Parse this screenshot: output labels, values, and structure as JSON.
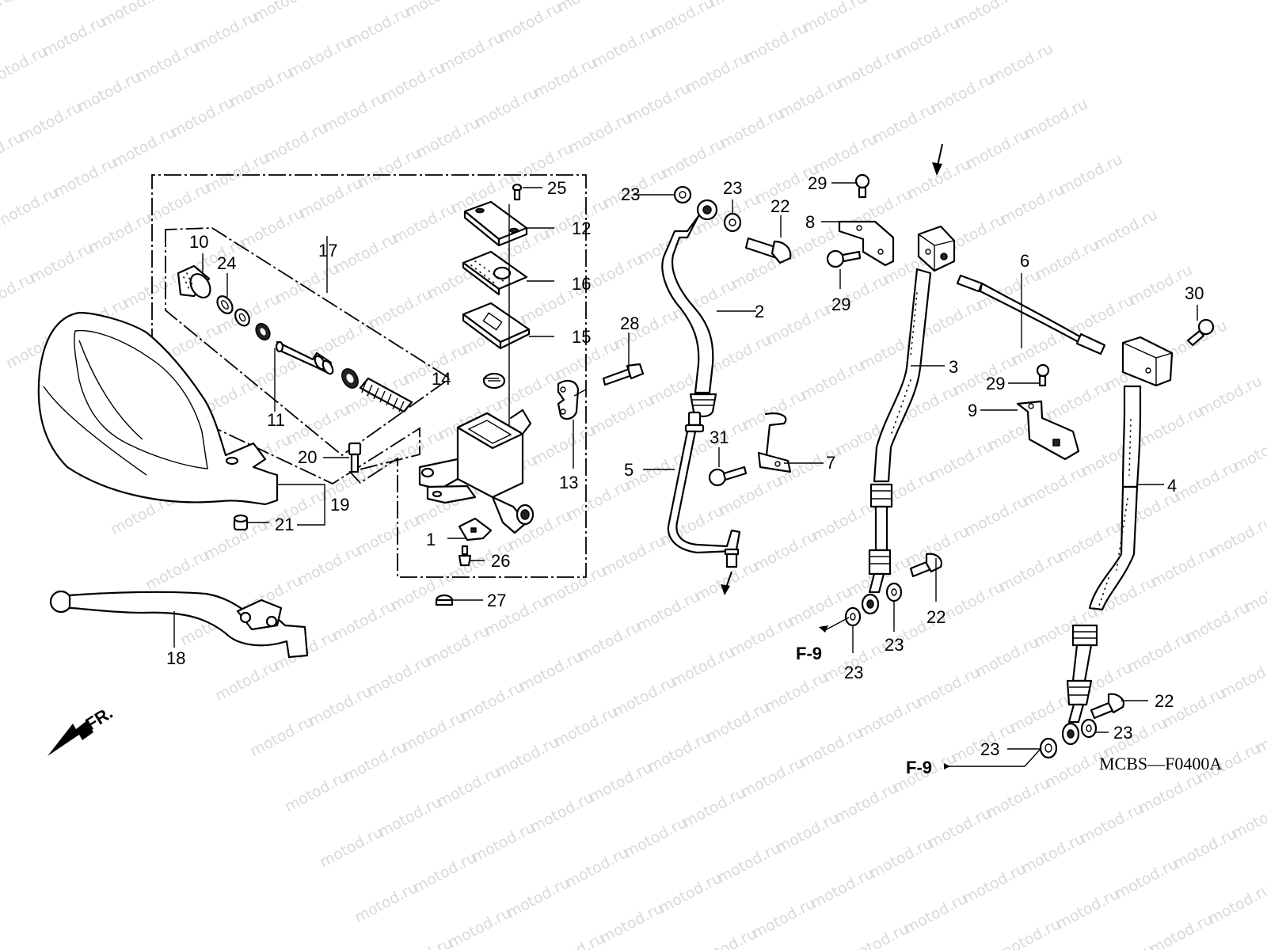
{
  "watermark": {
    "text": "motod.ru",
    "color": "#d9d9d9"
  },
  "diagram_code": "MCBS—F0400A",
  "front_indicator": "FR.",
  "callouts": [
    {
      "id": "c1",
      "label": "1",
      "part": "switch-assembly"
    },
    {
      "id": "c2",
      "label": "2",
      "part": "brake-hose-upper"
    },
    {
      "id": "c3",
      "label": "3",
      "part": "brake-hose-left"
    },
    {
      "id": "c4",
      "label": "4",
      "part": "brake-hose-right"
    },
    {
      "id": "c5",
      "label": "5",
      "part": "brake-pipe"
    },
    {
      "id": "c6",
      "label": "6",
      "part": "brake-pipe-short"
    },
    {
      "id": "c7",
      "label": "7",
      "part": "pipe-clamp"
    },
    {
      "id": "c8",
      "label": "8",
      "part": "hose-stay-a"
    },
    {
      "id": "c9",
      "label": "9",
      "part": "hose-stay-b"
    },
    {
      "id": "c10",
      "label": "10",
      "part": "boot"
    },
    {
      "id": "c11",
      "label": "11",
      "part": "piston-set"
    },
    {
      "id": "c12",
      "label": "12",
      "part": "reservoir-cap"
    },
    {
      "id": "c13",
      "label": "13",
      "part": "master-cylinder-holder"
    },
    {
      "id": "c14",
      "label": "14",
      "part": "diaphragm-plate"
    },
    {
      "id": "c15",
      "label": "15",
      "part": "diaphragm"
    },
    {
      "id": "c16",
      "label": "16",
      "part": "plate"
    },
    {
      "id": "c17",
      "label": "17",
      "part": "master-cylinder-kit"
    },
    {
      "id": "c18",
      "label": "18",
      "part": "brake-lever"
    },
    {
      "id": "c19",
      "label": "19",
      "part": "knuckle-guard"
    },
    {
      "id": "c20",
      "label": "20",
      "part": "pivot-bolt"
    },
    {
      "id": "c21",
      "label": "21",
      "part": "nut"
    },
    {
      "id": "c22a",
      "label": "22",
      "part": "oil-bolt"
    },
    {
      "id": "c22b",
      "label": "22",
      "part": "oil-bolt"
    },
    {
      "id": "c22c",
      "label": "22",
      "part": "oil-bolt"
    },
    {
      "id": "c23a",
      "label": "23",
      "part": "sealing-washer"
    },
    {
      "id": "c23b",
      "label": "23",
      "part": "sealing-washer"
    },
    {
      "id": "c23c",
      "label": "23",
      "part": "sealing-washer"
    },
    {
      "id": "c23d",
      "label": "23",
      "part": "sealing-washer"
    },
    {
      "id": "c23e",
      "label": "23",
      "part": "sealing-washer"
    },
    {
      "id": "c23f",
      "label": "23",
      "part": "sealing-washer"
    },
    {
      "id": "c24",
      "label": "24",
      "part": "circlip"
    },
    {
      "id": "c25",
      "label": "25",
      "part": "screw"
    },
    {
      "id": "c26",
      "label": "26",
      "part": "screw"
    },
    {
      "id": "c27",
      "label": "27",
      "part": "cap"
    },
    {
      "id": "c28",
      "label": "28",
      "part": "bolt"
    },
    {
      "id": "c29a",
      "label": "29",
      "part": "flange-bolt"
    },
    {
      "id": "c29b",
      "label": "29",
      "part": "flange-bolt"
    },
    {
      "id": "c29c",
      "label": "29",
      "part": "flange-bolt"
    },
    {
      "id": "c30",
      "label": "30",
      "part": "bolt"
    },
    {
      "id": "c31",
      "label": "31",
      "part": "flange-bolt"
    }
  ],
  "refs": [
    {
      "id": "r1",
      "label": "F-9"
    },
    {
      "id": "r2",
      "label": "F-9"
    }
  ]
}
